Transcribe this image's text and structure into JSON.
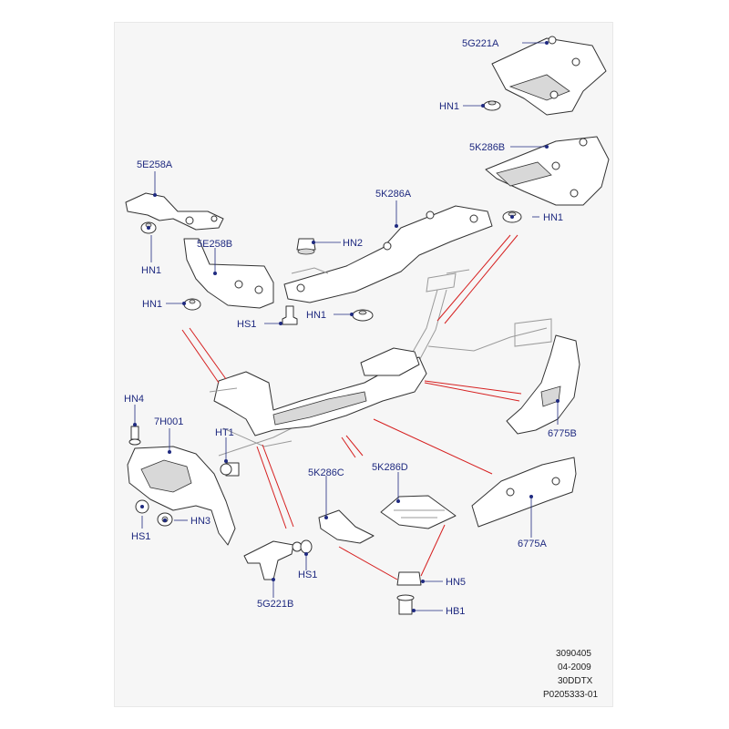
{
  "labels": {
    "5G221A": "5G221A",
    "5K286B": "5K286B",
    "5E258A": "5E258A",
    "5K286A": "5K286A",
    "5E258B": "5E258B",
    "HN1": "HN1",
    "HN2": "HN2",
    "HS1": "HS1",
    "HN4": "HN4",
    "7H001": "7H001",
    "HT1": "HT1",
    "HN3": "HN3",
    "5K286C": "5K286C",
    "5K286D": "5K286D",
    "6775B": "6775B",
    "6775A": "6775A",
    "5G221B": "5G221B",
    "HN5": "HN5",
    "HB1": "HB1"
  },
  "reference": {
    "line1": "3090405",
    "line2": "04-2009",
    "line3": "30DDTX",
    "line4": "P0205333-01"
  },
  "colors": {
    "label": "#1f2a80",
    "guide_line": "#d62020",
    "background": "#f6f6f6"
  }
}
